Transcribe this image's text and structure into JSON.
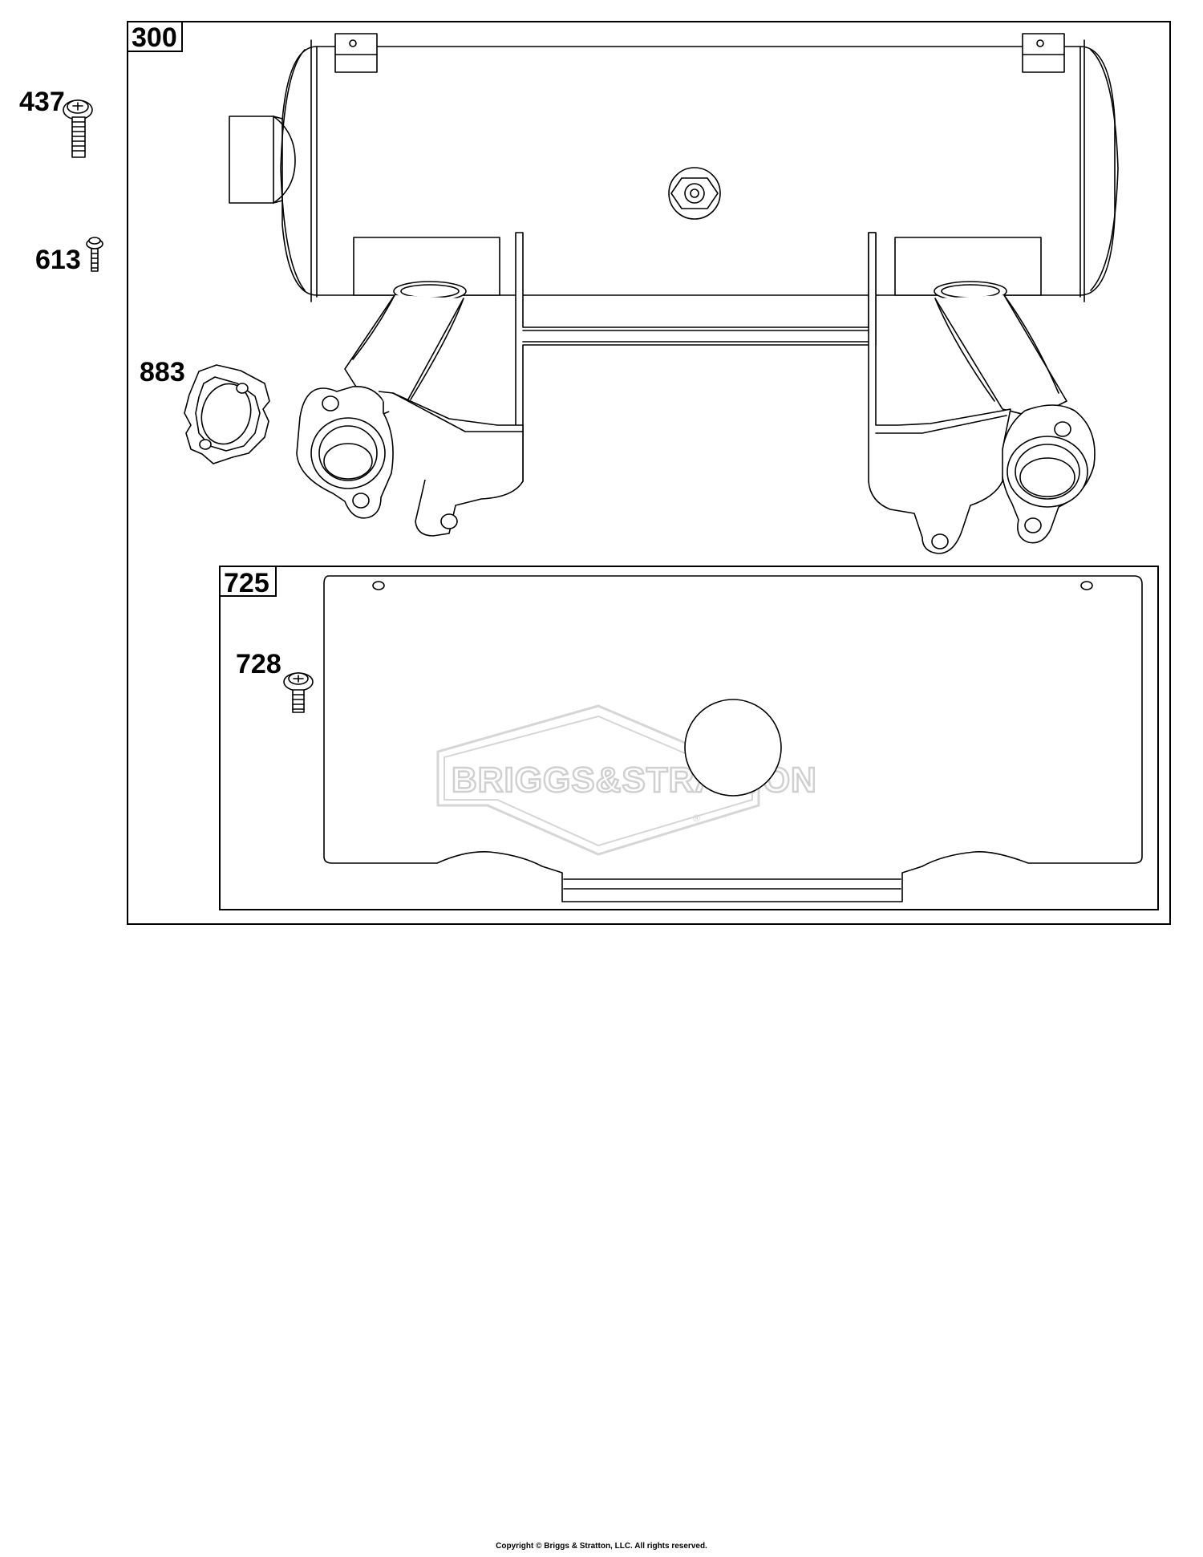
{
  "callouts": {
    "p300": "300",
    "p437": "437",
    "p613": "613",
    "p883": "883",
    "p725": "725",
    "p728": "728"
  },
  "watermark": {
    "text": "BRIGGS&STRATTON",
    "reg": "®"
  },
  "footer": {
    "copyright": "Copyright © Briggs & Stratton, LLC. All rights reserved."
  }
}
